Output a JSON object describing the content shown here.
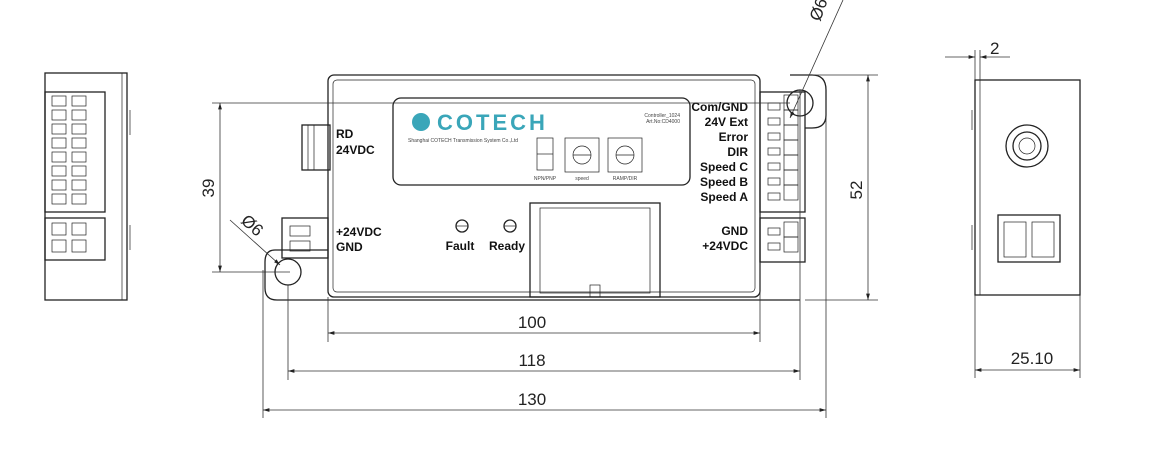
{
  "brand": {
    "name": "COTECH",
    "company": "Shanghai COTECH Transmission System Co.,Ltd",
    "model": "Controller_1024",
    "article": "Art.No:CD4000",
    "color": "#3aa6b9"
  },
  "switch_labels": {
    "npn_pnp": "NPN/PNP",
    "speed": "speed",
    "ramp_dir": "RAMP/DIR"
  },
  "leds": {
    "fault": "Fault",
    "ready": "Ready"
  },
  "left_labels": {
    "rd": "RD",
    "rd_voltage": "24VDC",
    "power_plus": "+24VDC",
    "power_gnd": "GND"
  },
  "right_terminals": [
    "Com/GND",
    "24V Ext",
    "Error",
    "DIR",
    "Speed C",
    "Speed B",
    "Speed A"
  ],
  "right_power": [
    "GND",
    "+24VDC"
  ],
  "dimensions": {
    "height_39": "39",
    "height_52": "52",
    "width_100": "100",
    "width_118": "118",
    "width_130": "130",
    "hole_top": "Ø6",
    "hole_left": "Ø6",
    "thickness": "2",
    "depth": "25.10"
  }
}
